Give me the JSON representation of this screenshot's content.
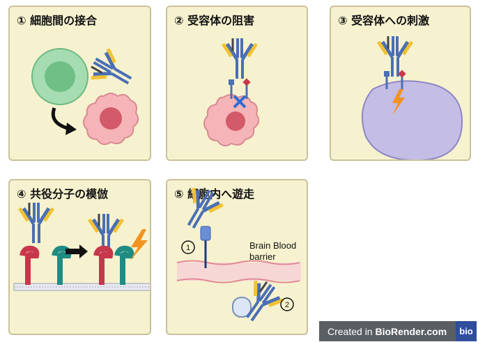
{
  "panels": [
    {
      "title": "① 細胞間の接合"
    },
    {
      "title": "② 受容体の阻害"
    },
    {
      "title": "③ 受容体への刺激"
    },
    {
      "title": "④ 共役分子の模倣"
    },
    {
      "title": "⑤ 細胞内へ遊走"
    }
  ],
  "panel5": {
    "bbb_line1": "Brain Blood",
    "bbb_line2": "barrier",
    "step1": "1",
    "step2": "2"
  },
  "badge": {
    "prefix": "Created in ",
    "brand": "BioRender.com",
    "logo": "bio"
  },
  "colors": {
    "panel_bg": "#f6f2cf",
    "antibody_blue": "#4a6fb5",
    "antibody_yellow": "#f2c231",
    "cell_green": "#8fcf9e",
    "tumor_pink": "#f2a7ad",
    "receptor_red": "#c8364c",
    "receptor_teal": "#1f8c84",
    "lightning": "#f39321"
  }
}
